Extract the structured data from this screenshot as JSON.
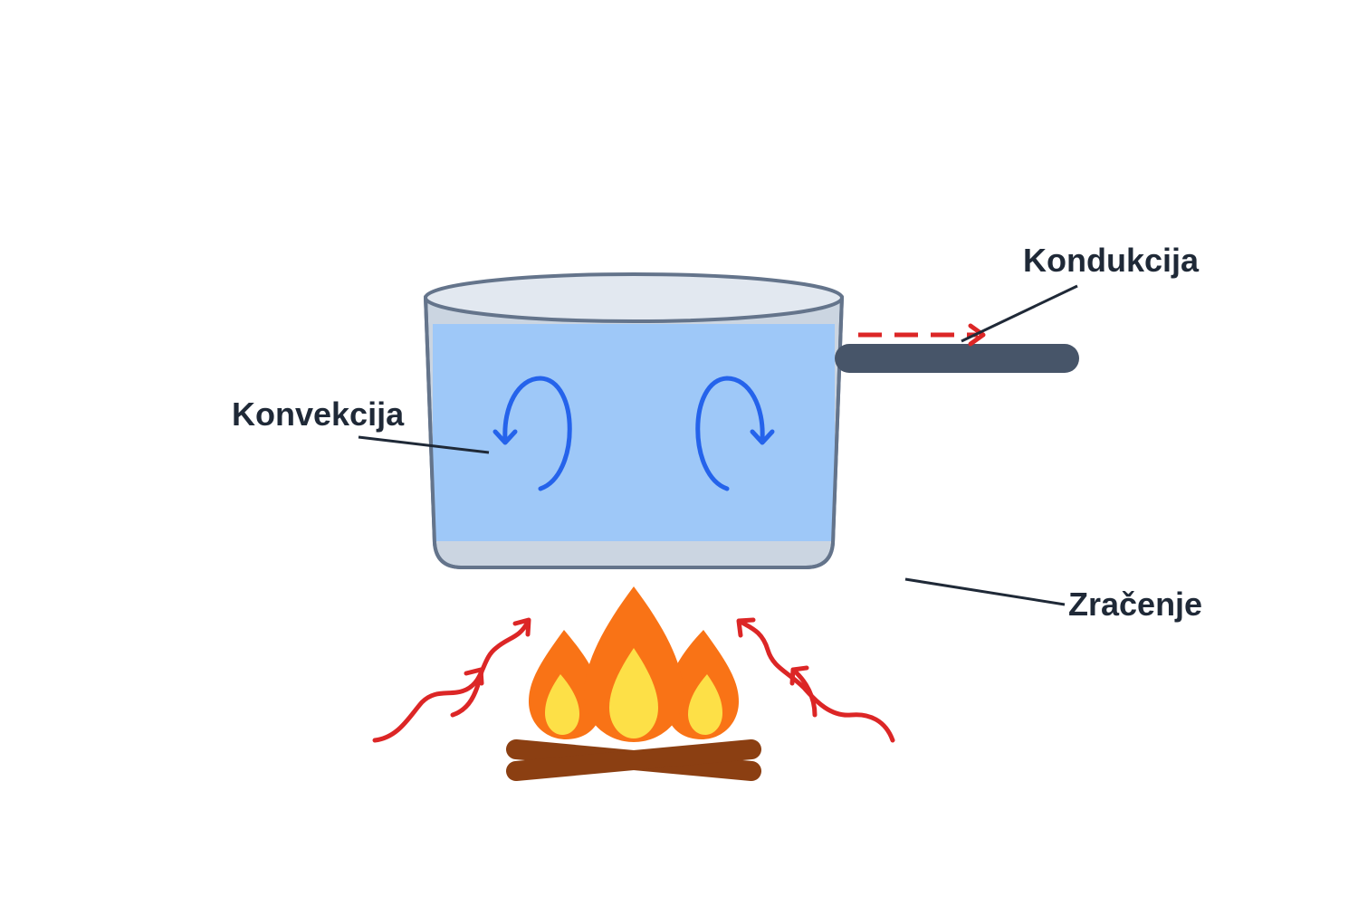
{
  "labels": {
    "conduction": "Kondukcija",
    "convection": "Konvekcija",
    "radiation": "Zračenje"
  },
  "colors": {
    "pot_outline": "#64748b",
    "pot_inner": "#cbd5e1",
    "pot_rim": "#e2e8f0",
    "water": "#9ec8f8",
    "convection_arrows": "#2563eb",
    "handle": "#475569",
    "heat_arrows": "#dc2626",
    "flame_outer": "#f97316",
    "flame_inner": "#fde047",
    "logs": "#8b3f12",
    "leader_lines": "#1f2937",
    "label_text": "#1f2937"
  },
  "icons": {
    "flame": "fire-icon",
    "logs": "firewood-icon",
    "pot": "saucepan-icon"
  }
}
